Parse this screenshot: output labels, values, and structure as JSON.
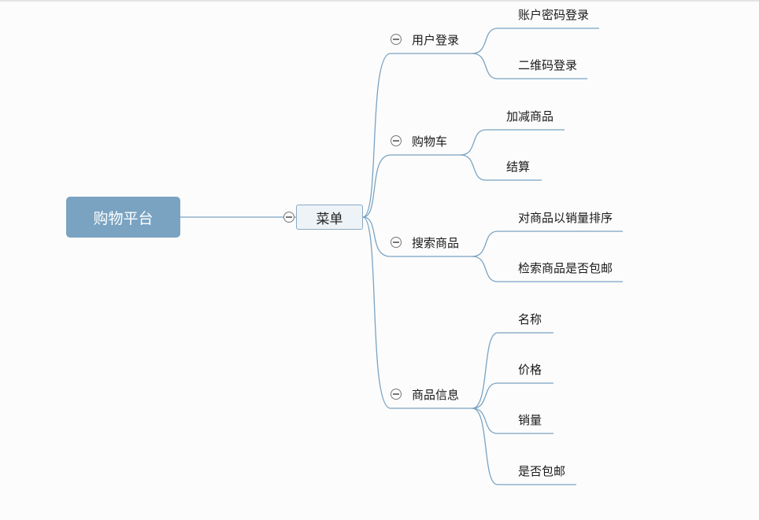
{
  "root": {
    "label": "购物平台"
  },
  "menu": {
    "label": "菜单"
  },
  "branches": [
    {
      "label": "用户登录",
      "children": [
        "账户密码登录",
        "二维码登录"
      ]
    },
    {
      "label": "购物车",
      "children": [
        "加减商品",
        "结算"
      ]
    },
    {
      "label": "搜索商品",
      "children": [
        "对商品以销量排序",
        "检索商品是否包邮"
      ]
    },
    {
      "label": "商品信息",
      "children": [
        "名称",
        "价格",
        "销量",
        "是否包邮"
      ]
    }
  ],
  "colors": {
    "root_fill": "#7aa3c2",
    "edge": "#7aa3c2",
    "menu_fill": "#eef3f8",
    "menu_border": "#8aa9c4"
  }
}
